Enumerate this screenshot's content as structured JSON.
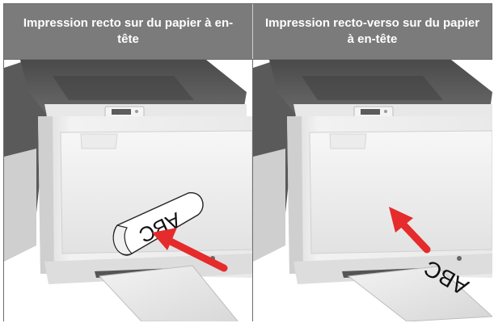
{
  "table": {
    "columns": [
      {
        "header": "Impression recto sur du papier à en-tête",
        "paper_text": "ABC",
        "loading": "single-sided"
      },
      {
        "header": "Impression recto-verso sur du papier à en-tête",
        "paper_text": "ABC",
        "loading": "duplex"
      }
    ]
  },
  "colors": {
    "header_bg": "#7b7b7b",
    "header_text": "#ffffff",
    "arrow": "#e52b2b",
    "printer_body": "#e6e6e6",
    "printer_top": "#555555"
  },
  "icons": [
    "printer-illustration",
    "arrow-icon",
    "letterhead-paper"
  ]
}
